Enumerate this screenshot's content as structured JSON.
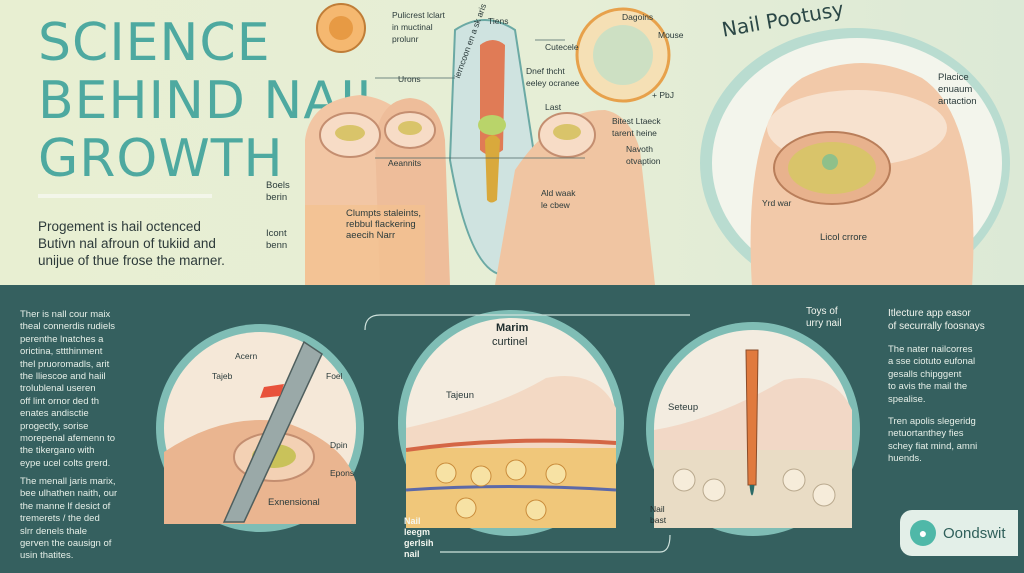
{
  "header": {
    "title_line1": "SCIENCE",
    "title_line2": "BEHIND NAIL",
    "title_line3": "GROWTH",
    "intro_line1": "Progement is hail octenced",
    "intro_line2": "Butivn nal afroun of tukiid and",
    "intro_line3": "unijue of thue frose the marner."
  },
  "finger_diagram": {
    "labels": {
      "top_callout_1": "Pulicrest lclart",
      "top_callout_2": "in muctinal",
      "top_callout_3": "prolunr",
      "tiens": "Tiens",
      "vertical_text": "ierncoon en a  sk aris",
      "cutecele": "Cutecele",
      "dnef_1": "Dnef thcht",
      "dnef_2": "eeley ocranee",
      "urons": "Urons",
      "last": "Last",
      "aeannits": "Aeannits",
      "boels_1": "Boels",
      "boels_2": "berin",
      "icont_1": "Icont",
      "icont_2": "benn",
      "clumpts_1": "Clumpts staleints,",
      "clumpts_2": "rebbul flackering",
      "clumpts_3": "aeecih Narr",
      "ald_1": "Ald waak",
      "ald_2": "le cbew",
      "bitest_1": "Bitest Ltaeck",
      "bitest_2": "tarent heine",
      "navoth_1": "Navoth",
      "navoth_2": "otvaption",
      "dagoins": "Dagoins",
      "mouse": "Mouse",
      "pbe": "+ PbJ"
    }
  },
  "nail_porosity": {
    "arc_title": "Nail Pootusy",
    "placice_1": "Placice",
    "placice_2": "enuaum",
    "placice_3": "antaction",
    "yrd_war": "Yrd war",
    "lical_crrore": "Licol crrore"
  },
  "bottom": {
    "left_para1": [
      "Ther is nall cour maix",
      "theal connerdis rudiels",
      "perenthe lnatches a",
      "orictina, sttthinment",
      "thel pruoromadls, arit",
      "the lliescoe and haiil",
      "trolublenal useren",
      "off lint ornor ded th",
      "enates andisctie",
      "progectly, sorise",
      "morepenal afemenn to",
      "the tikergano with",
      "eype ucel colts grerd."
    ],
    "left_para2": [
      "The menall jaris marix,",
      "bee ulhathen naith, our",
      "the manne lf desict of",
      "tremerets / the ded",
      "slrr denels thale",
      "gerven the oausign of",
      "usin thatites."
    ],
    "panel1": {
      "acern": "Acern",
      "tajeb": "Tajeb",
      "foel": "Foel",
      "dpin": "Dpin",
      "epons": "Epons",
      "exnensional": "Exnensional"
    },
    "panel2": {
      "title_1": "Marim",
      "title_2": "curtinel",
      "tajeun": "Tajeun"
    },
    "nail_label_1": "Nail",
    "nail_label_2": "leegm",
    "nail_label_3": "gerlsih",
    "nail_label_4": "nail",
    "toys_1": "Toys of",
    "toys_2": "urry nail",
    "panel3": {
      "seteup": "Seteup",
      "nail": "Nail",
      "bast": "bast"
    },
    "right_head_1": "Itlecture app easor",
    "right_head_2": "of securrally foosnays",
    "right_para1": [
      "The nater nailcorres",
      "a sse ciotuto eufonal",
      "gesalls chipggent",
      "to avis the mail the",
      "spealise."
    ],
    "right_para2": [
      "Tren apolis slegeridg",
      "netuortanthey fies",
      "schey fiat mind, amni",
      "huends."
    ],
    "brand": "Oondswit"
  },
  "colors": {
    "teal": "#4ea9a0",
    "dark_bg": "#35605f",
    "skin": "#f0c9a8",
    "nail_core": "#d9c46a"
  }
}
